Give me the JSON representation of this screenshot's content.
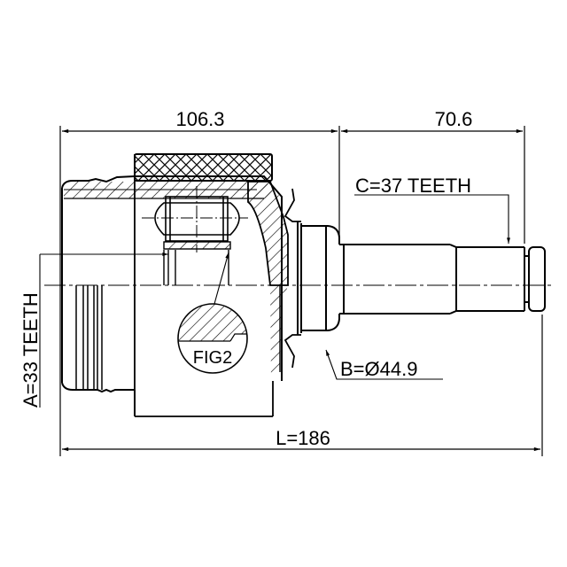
{
  "drawing": {
    "type": "technical-drawing",
    "subject": "CV joint (inner)",
    "line_color": "#000000",
    "background": "#ffffff"
  },
  "dimensions": {
    "top_left": "106.3",
    "top_right": "70.6",
    "overall_length": "L=186",
    "spline_b": "B=Ø44.9",
    "teeth_c": "C=37 TEETH",
    "teeth_a": "A=33 TEETH"
  },
  "callouts": {
    "fig": "FIG2"
  }
}
